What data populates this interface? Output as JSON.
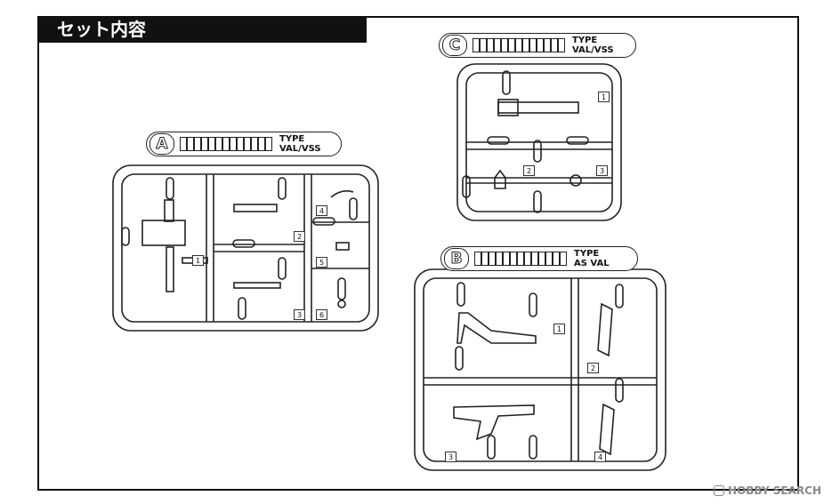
{
  "title": "セット内容",
  "sprues": [
    {
      "letter": "A",
      "type_line1": "TYPE",
      "type_line2": "VAL/VSS",
      "numbers": [
        "1",
        "2",
        "3",
        "4",
        "5",
        "6"
      ]
    },
    {
      "letter": "C",
      "type_line1": "TYPE",
      "type_line2": "VAL/VSS",
      "numbers": [
        "1",
        "2",
        "3"
      ]
    },
    {
      "letter": "B",
      "type_line1": "TYPE",
      "type_line2": "AS VAL",
      "numbers": [
        "1",
        "2",
        "3",
        "4"
      ]
    }
  ],
  "watermark": "HOBBY SEARCH",
  "watermark_icon": "hobby-search-logo-icon"
}
